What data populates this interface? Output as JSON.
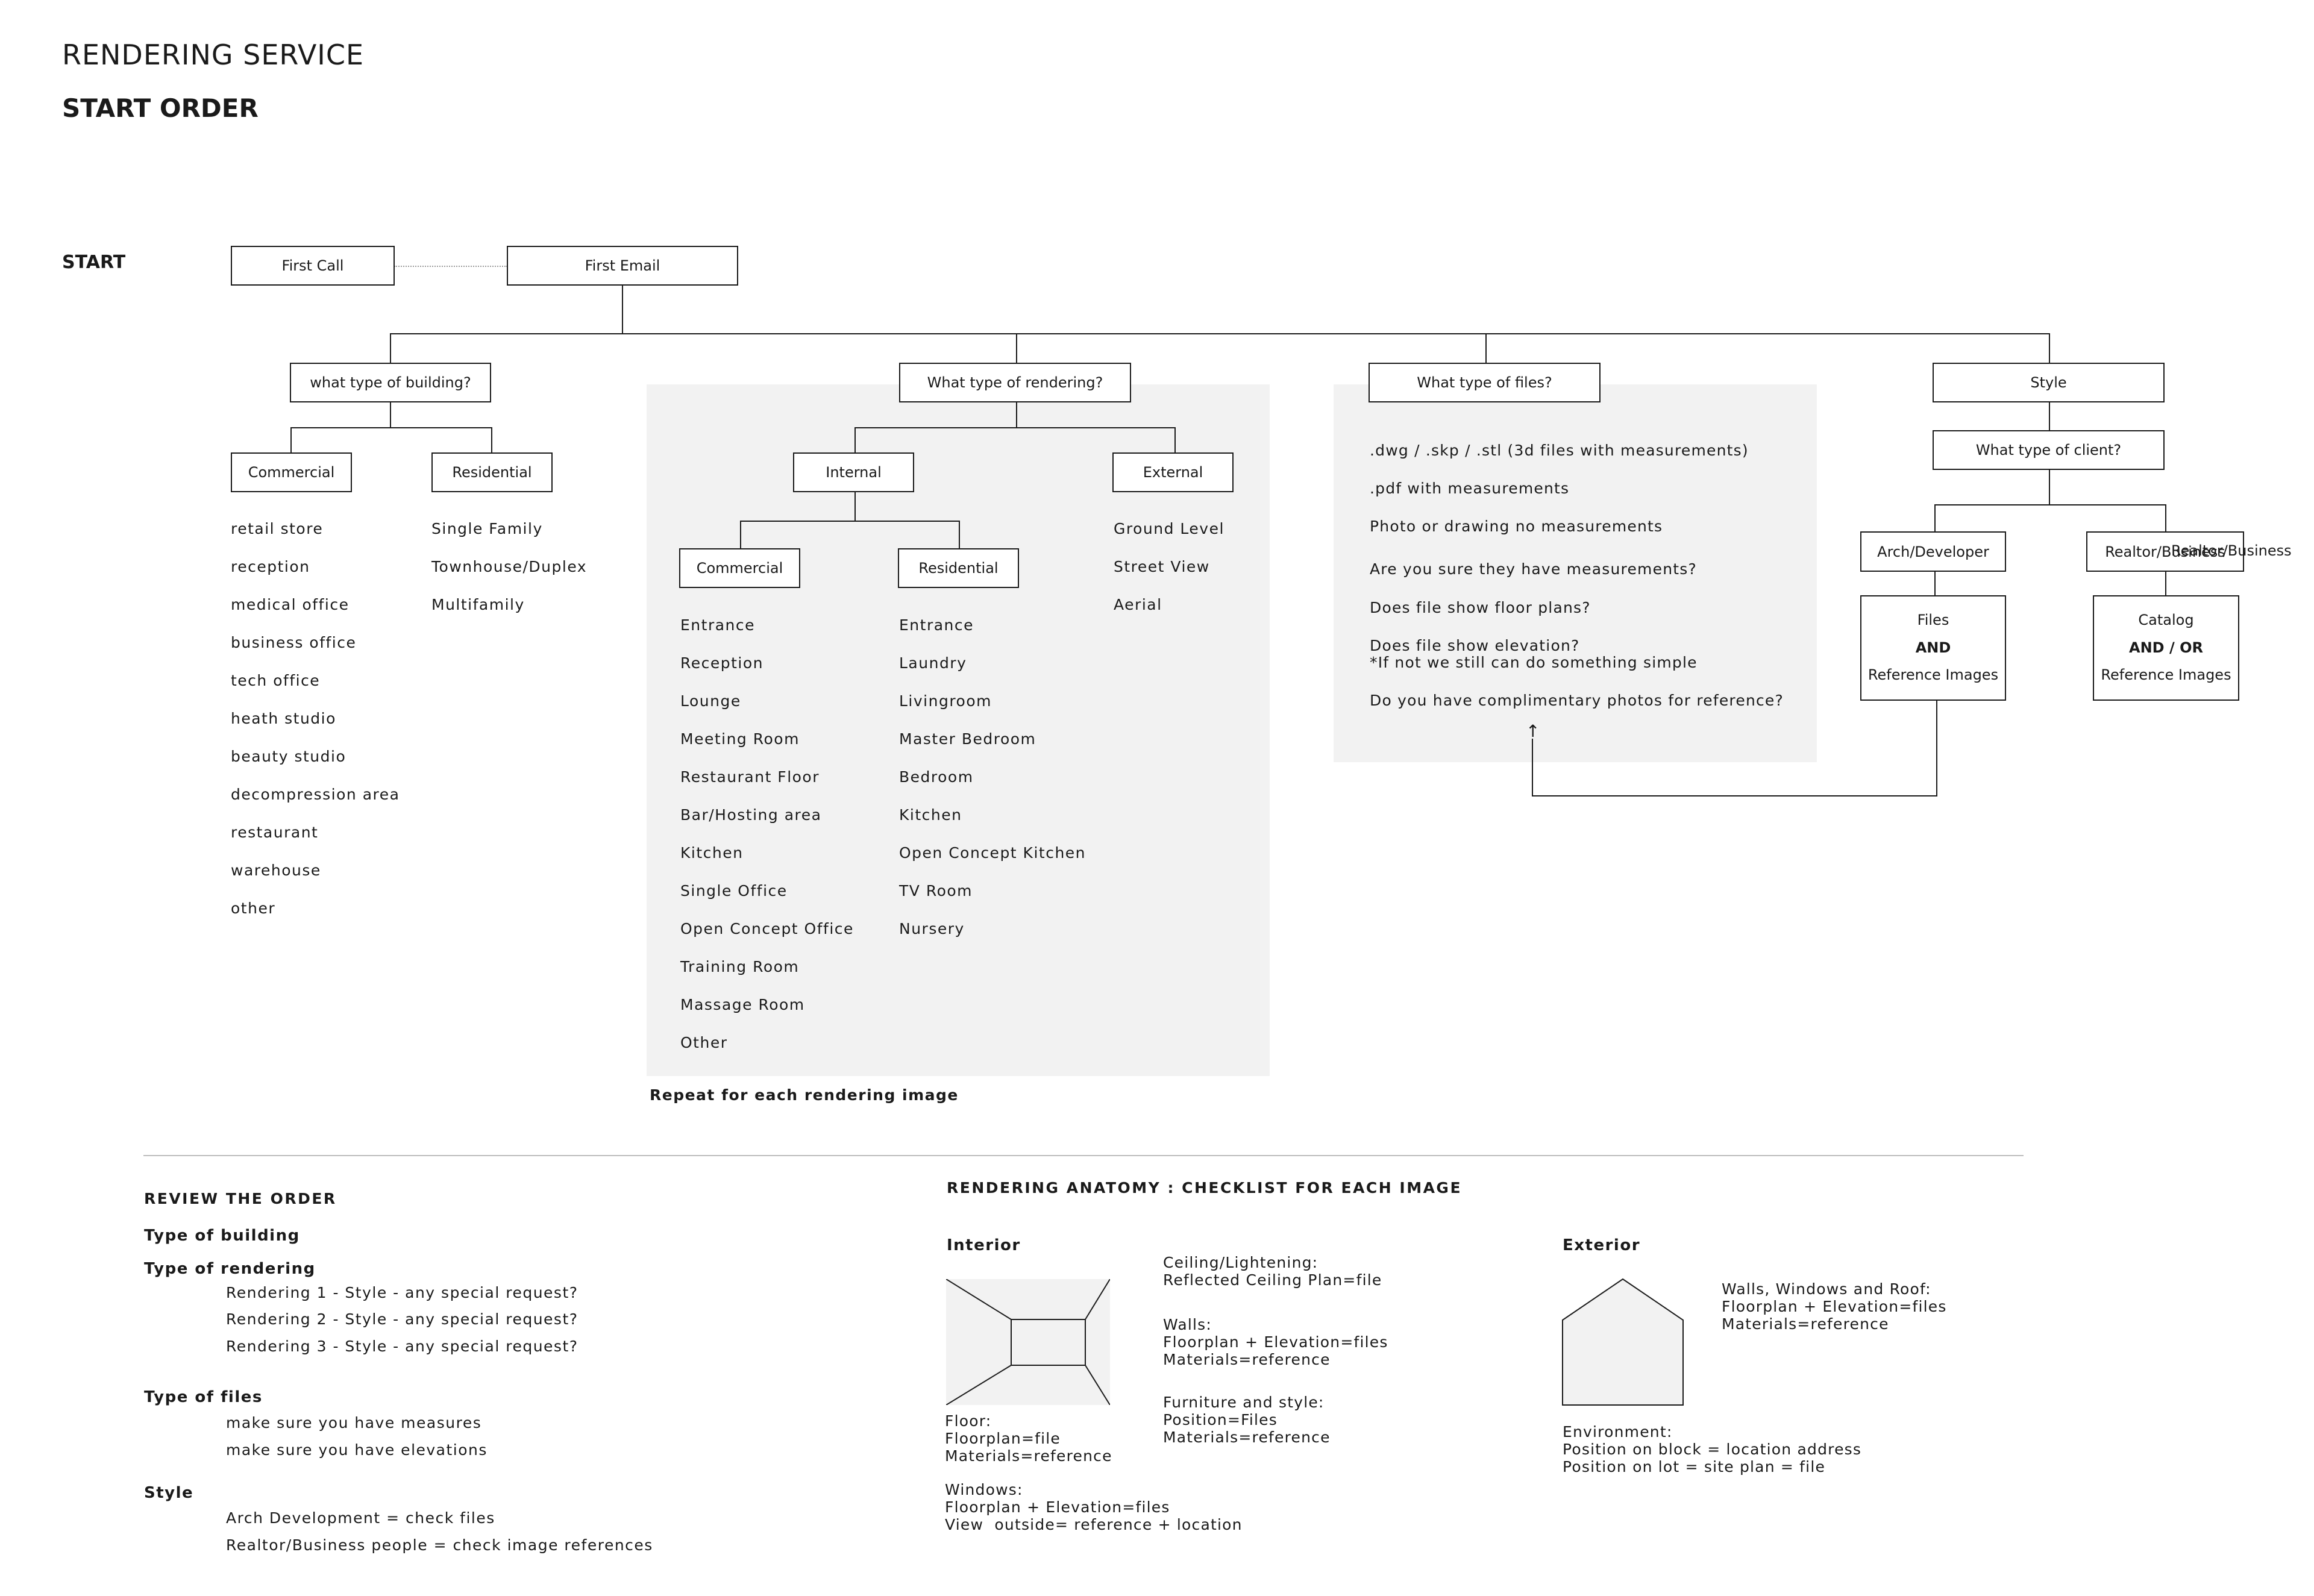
{
  "header": {
    "title": "RENDERING SERVICE",
    "subtitle": "START ORDER"
  },
  "start_label": "START",
  "nodes": {
    "first_call": "First Call",
    "first_email": "First Email",
    "building_q": "what type of building?",
    "rendering_q": "What type of rendering?",
    "files_q": "What type of files?",
    "style": "Style",
    "commercial": "Commercial",
    "residential": "Residential",
    "internal": "Internal",
    "external": "External",
    "int_commercial": "Commercial",
    "int_residential": "Residential",
    "client_q": "What type of client?",
    "arch_dev": "Arch/Developer",
    "realtor": "Realtor/Business",
    "realtor_overflow": "Realtor/Business",
    "files_box": {
      "line1": "Files",
      "line2": "AND",
      "line3": "Reference Images"
    },
    "catalog_box": {
      "line1": "Catalog",
      "line2": "AND / OR",
      "line3": "Reference Images"
    }
  },
  "lists": {
    "commercial": [
      "retail store",
      "reception",
      "medical office",
      "business office",
      "tech office",
      "heath studio",
      "beauty studio",
      "decompression area",
      "restaurant",
      "warehouse",
      "other"
    ],
    "residential": [
      "Single Family",
      "Townhouse/Duplex",
      "Multifamily"
    ],
    "int_commercial": [
      "Entrance",
      "Reception",
      "Lounge",
      "Meeting Room",
      "Restaurant Floor",
      "Bar/Hosting area",
      "Kitchen",
      "Single Office",
      "Open Concept Office",
      "Training Room",
      "Massage Room",
      "Other"
    ],
    "int_residential": [
      "Entrance",
      "Laundry",
      "Livingroom",
      "Master Bedroom",
      "Bedroom",
      "Kitchen",
      "Open Concept Kitchen",
      "TV Room",
      "Nursery"
    ],
    "external": [
      "Ground Level",
      "Street View",
      "Aerial"
    ]
  },
  "files_panel": {
    "f1": ".dwg / .skp / .stl  (3d files with measurements)",
    "f2": ".pdf with measurements",
    "f3": "Photo or drawing no measurements",
    "q1": "Are you sure they have measurements?",
    "q2": "Does file show floor plans?",
    "q3": "Does file show elevation?",
    "q3b": "*If not we still can do something simple",
    "q4": "Do you have complimentary photos for reference?"
  },
  "repeat_note": "Repeat for each rendering image",
  "review": {
    "heading": "REVIEW THE ORDER",
    "building": "Type of building",
    "rendering": "Type of rendering",
    "renderings": [
      "Rendering 1 - Style - any special request?",
      "Rendering 2 - Style - any special request?",
      "Rendering 3 - Style - any special request?"
    ],
    "files": "Type of files",
    "files_items": [
      "make sure you have measures",
      "make sure you have elevations"
    ],
    "style": "Style",
    "style_items": [
      "Arch Development = check files",
      "Realtor/Business people = check image references"
    ]
  },
  "anatomy": {
    "heading": "RENDERING ANATOMY : CHECKLIST FOR EACH IMAGE",
    "interior": "Interior",
    "exterior": "Exterior",
    "ceiling": "Ceiling/Lightening:\nReflected Ceiling Plan=file",
    "walls": "Walls:\nFloorplan + Elevation=files\nMaterials=reference",
    "furniture": "Furniture and style:\nPosition=Files\nMaterials=reference",
    "floor": "Floor:\nFloorplan=file\nMaterials=reference",
    "windows": "Windows:\nFloorplan + Elevation=files\nView  outside= reference + location",
    "ext_walls": "Walls, Windows and Roof:\nFloorplan + Elevation=files\nMaterials=reference",
    "environment": "Environment:\nPosition on block = location address\nPosition on lot = site plan = file"
  }
}
